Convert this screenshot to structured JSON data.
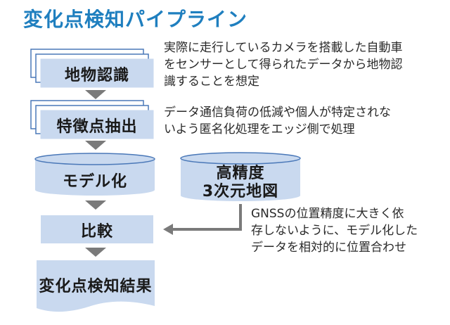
{
  "title": "変化点検知パイプライン",
  "steps": {
    "recognition": "地物認識",
    "feature_extraction": "特徴点抽出",
    "modeling": "モデル化",
    "comparison": "比較",
    "result": "変化点検知結果"
  },
  "hd_map": {
    "line1": "高精度",
    "line2": "3次元地図"
  },
  "notes": {
    "recognition": [
      "実際に走行しているカメラを搭載した自動車",
      "をセンサーとして得られたデータから地物認",
      "識することを想定"
    ],
    "feature_extraction": [
      "データ通信負荷の低減や個人が特定されな",
      "いよう匿名化処理をエッジ側で処理"
    ],
    "comparison": [
      "GNSSの位置精度に大きく依",
      "存しないように、モデル化した",
      "データを相対的に位置合わせ"
    ]
  },
  "colors": {
    "title": "#1f7fbf",
    "box_fill": "#c9d9ef",
    "box_edge": "#4a78b8",
    "arrow": "#7a7a7a"
  }
}
